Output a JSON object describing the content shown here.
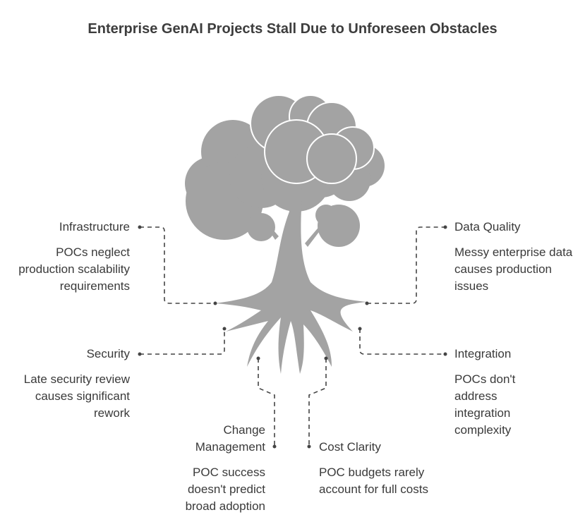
{
  "title": "Enterprise GenAI Projects Stall Due to Unforeseen Obstacles",
  "colors": {
    "tree": "#a3a3a3",
    "text": "#3a3a3a",
    "connector": "#444444"
  },
  "obstacles": [
    {
      "name": "Infrastructure",
      "desc": "POCs neglect production scalability requirements"
    },
    {
      "name": "Data Quality",
      "desc": "Messy enterprise data causes production issues"
    },
    {
      "name": "Security",
      "desc": "Late security review causes significant rework"
    },
    {
      "name": "Integration",
      "desc": "POCs don't address integration complexity"
    },
    {
      "name": "Change Management",
      "desc": "POC success doesn't predict broad adoption"
    },
    {
      "name": "Cost Clarity",
      "desc": "POC budgets rarely account for full costs"
    }
  ]
}
